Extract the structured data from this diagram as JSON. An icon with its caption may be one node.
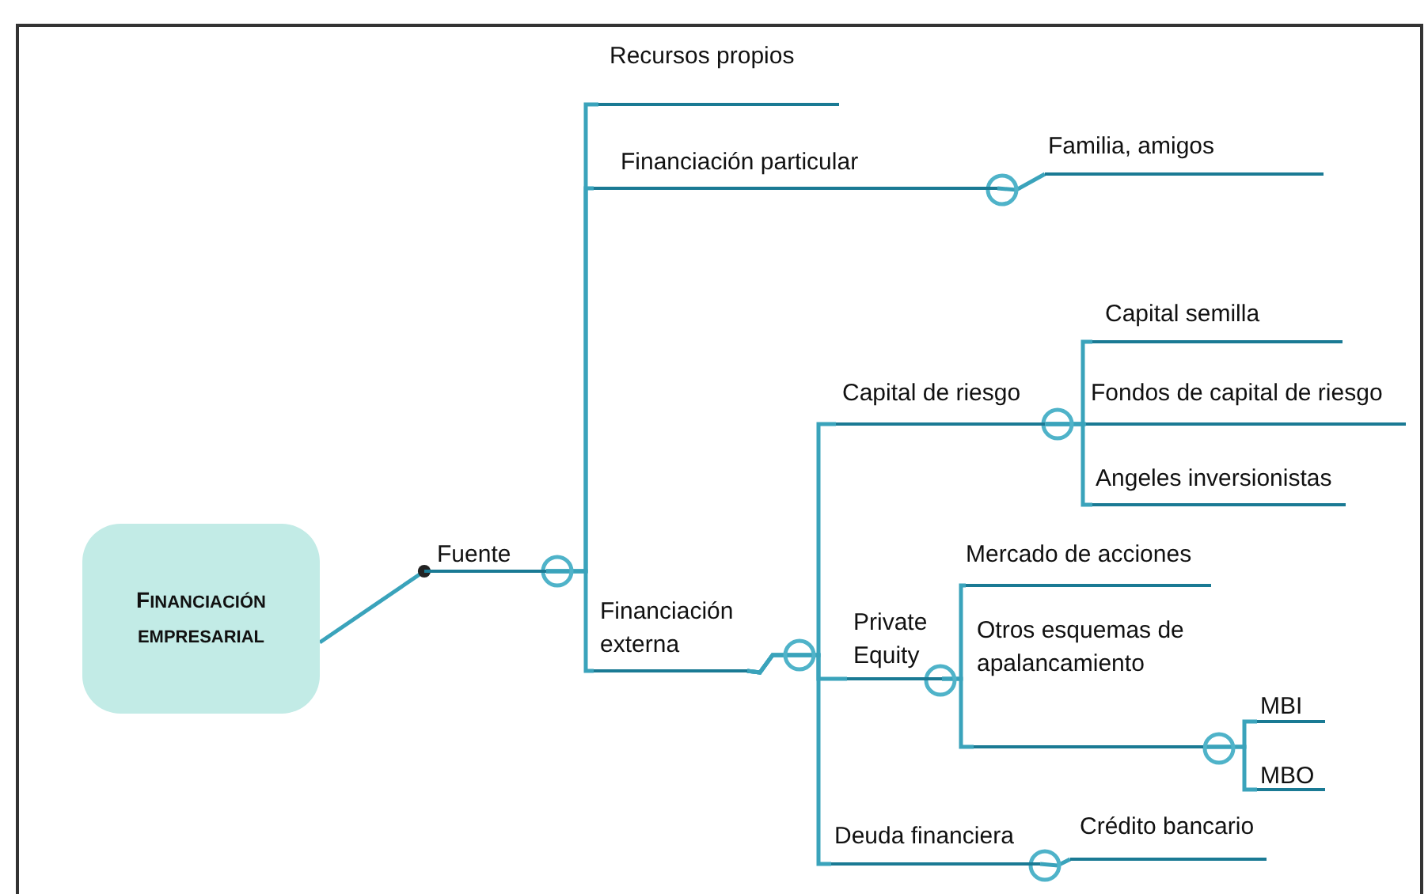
{
  "diagram": {
    "nodes": [
      {
        "text": [
          "FINANCIACIÓN EMPRESARIAL"
        ]
      },
      {
        "text": [
          "Fuente"
        ]
      },
      {
        "text": [
          "Recursos propios"
        ]
      },
      {
        "text": [
          "Financiación particular"
        ]
      },
      {
        "text": [
          "Familia, amigos"
        ]
      },
      {
        "text": [
          "Financiación externa"
        ]
      },
      {
        "text": [
          "Capital de riesgo"
        ]
      },
      {
        "text": [
          "Capital semilla"
        ]
      },
      {
        "text": [
          "Fondos de capital de riesgo"
        ]
      },
      {
        "text": [
          "Angeles inversionistas"
        ]
      },
      {
        "text": [
          "Private Equity"
        ]
      },
      {
        "text": [
          "Mercado de acciones"
        ]
      },
      {
        "text": [
          "Otros esquemas de apalancamiento"
        ]
      },
      {
        "text": [
          "MBI"
        ]
      },
      {
        "text": [
          "MBO"
        ]
      },
      {
        "text": [
          "Deuda financiera"
        ]
      },
      {
        "text": [
          "Crédito bancario"
        ]
      }
    ],
    "edges": [
      {
        "from": 0,
        "to": 1,
        "arrow": "other"
      },
      {
        "from": 1,
        "to": 2,
        "arrow": "none"
      },
      {
        "from": 1,
        "to": 3,
        "arrow": "none"
      },
      {
        "from": 1,
        "to": 5,
        "arrow": "none"
      },
      {
        "from": 3,
        "to": 4,
        "arrow": "none"
      },
      {
        "from": 5,
        "to": 6,
        "arrow": "none"
      },
      {
        "from": 5,
        "to": 10,
        "arrow": "none"
      },
      {
        "from": 5,
        "to": 15,
        "arrow": "none"
      },
      {
        "from": 6,
        "to": 7,
        "arrow": "none"
      },
      {
        "from": 6,
        "to": 8,
        "arrow": "none"
      },
      {
        "from": 6,
        "to": 9,
        "arrow": "none"
      },
      {
        "from": 10,
        "to": 11,
        "arrow": "none"
      },
      {
        "from": 10,
        "to": 12,
        "arrow": "none"
      },
      {
        "from": 12,
        "to": 13,
        "arrow": "none"
      },
      {
        "from": 12,
        "to": 14,
        "arrow": "none"
      },
      {
        "from": 15,
        "to": 16,
        "arrow": "none"
      }
    ]
  }
}
